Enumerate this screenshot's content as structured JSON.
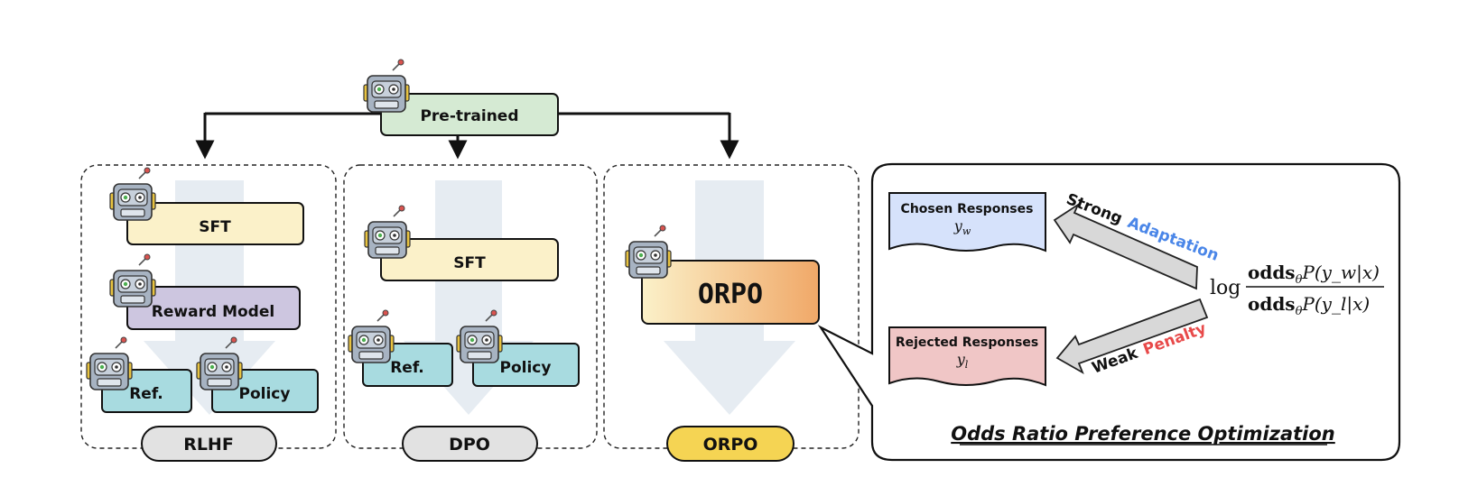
{
  "top": {
    "pretrained_label": "Pre-trained"
  },
  "rlhf": {
    "sft_label": "SFT",
    "reward_label": "Reward Model",
    "ref_label": "Ref.",
    "policy_label": "Policy",
    "tag": "RLHF"
  },
  "dpo": {
    "sft_label": "SFT",
    "ref_label": "Ref.",
    "policy_label": "Policy",
    "tag": "DPO"
  },
  "orpo": {
    "box_label": "ORPO",
    "tag": "ORPO"
  },
  "panel": {
    "chosen_title": "Chosen Responses",
    "chosen_var": "y",
    "chosen_sub": "w",
    "rejected_title": "Rejected Responses",
    "rejected_var": "y",
    "rejected_sub": "l",
    "strong": "Strong",
    "adaptation": "Adaptation",
    "weak": "Weak",
    "penalty": "Penalty",
    "formula_log": "log",
    "formula_odds": "odds",
    "formula_theta": "θ",
    "formula_num": "P(y_w|x)",
    "formula_den": "P(y_l|x)",
    "title": "Odds Ratio Preference Optimization"
  },
  "colors": {
    "pretrained": "#d5ead3",
    "sft": "#fbf1c9",
    "reward": "#cdc6e0",
    "ref_policy": "#a8dbe0",
    "tag_gray": "#e2e2e2",
    "tag_orpo": "#f5d453",
    "orpo_grad_start": "#fbf1c9",
    "orpo_grad_end": "#f0a868",
    "chosen": "#d6e2fb",
    "rejected": "#f0c6c6",
    "adaptation": "#4a86e8",
    "penalty": "#e84a4a",
    "flow_arrow": "#e6ecf2"
  }
}
